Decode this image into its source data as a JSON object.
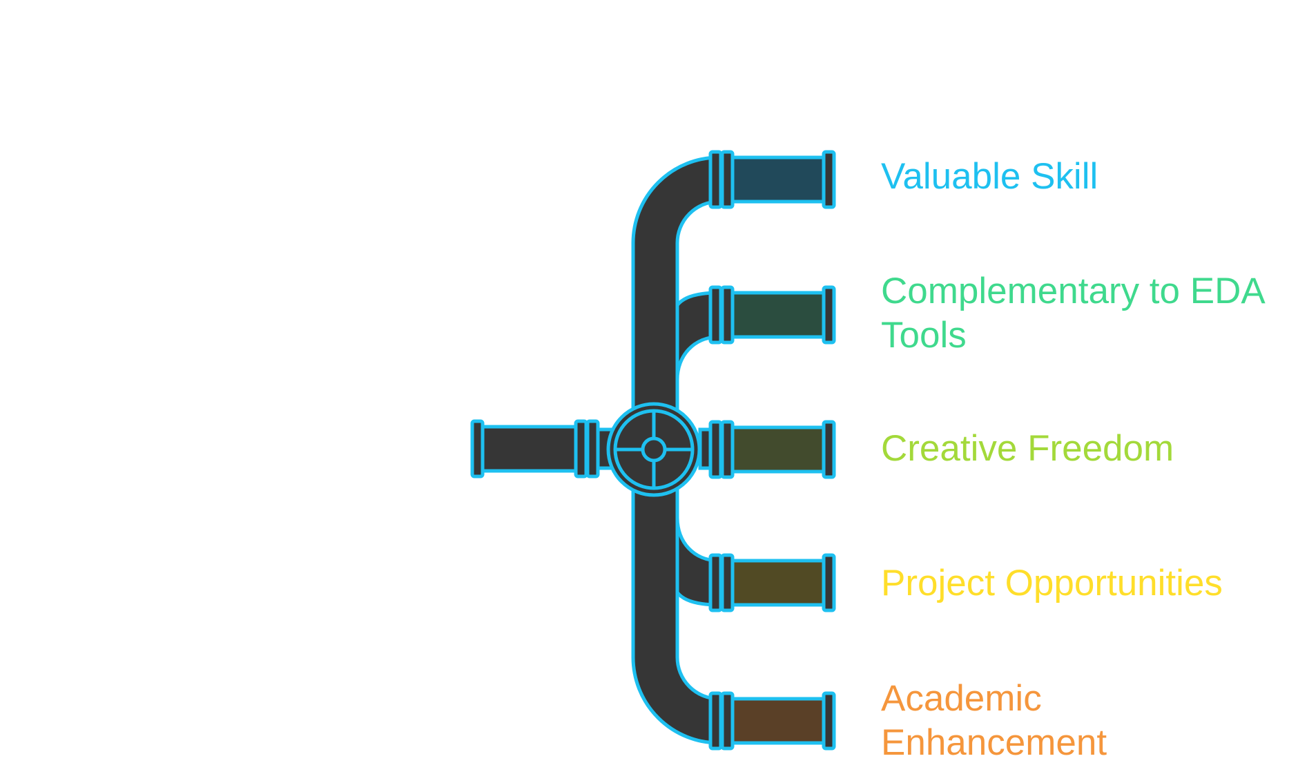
{
  "diagram": {
    "type": "pipeline-branch",
    "outline_color": "#1ec0f0",
    "body_color": "#363636",
    "branches": [
      {
        "label": "Valuable Skill",
        "color": "#1ec0f0",
        "fill": "#21495a"
      },
      {
        "label": "Complementary to EDA\nTools",
        "color": "#3fd98d",
        "fill": "#2b4d3f"
      },
      {
        "label": "Creative Freedom",
        "color": "#a3d93a",
        "fill": "#424b2d"
      },
      {
        "label": "Project Opportunities",
        "color": "#ffde2a",
        "fill": "#514a24"
      },
      {
        "label": "Academic\nEnhancement",
        "color": "#f5963c",
        "fill": "#5a4027"
      }
    ]
  }
}
